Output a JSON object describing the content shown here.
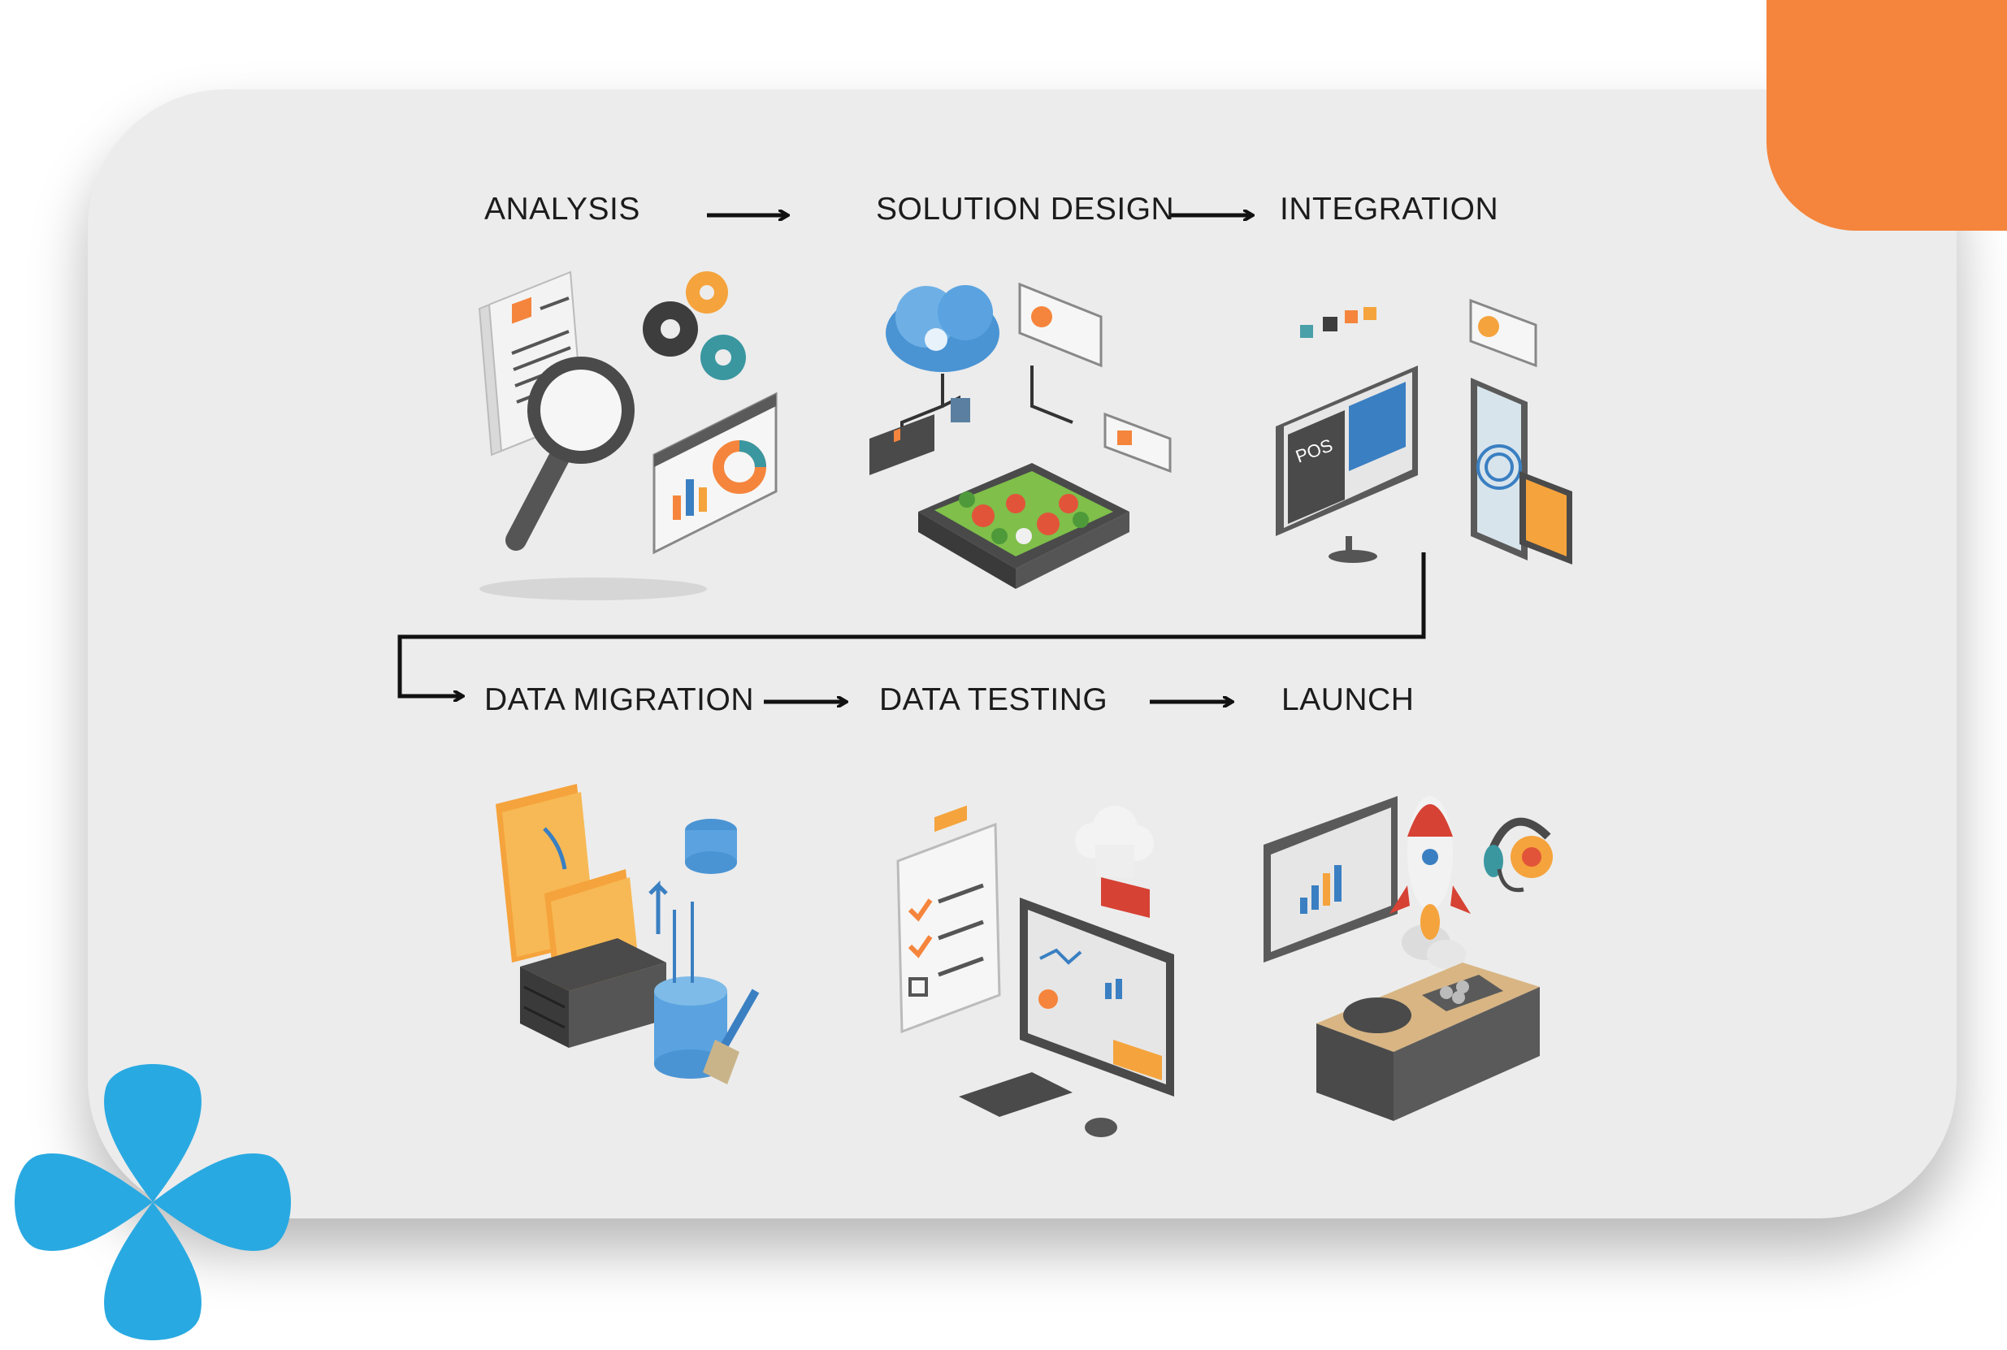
{
  "steps": [
    {
      "label": "ANALYSIS"
    },
    {
      "label": "SOLUTION DESIGN"
    },
    {
      "label": "INTEGRATION"
    },
    {
      "label": "DATA MIGRATION"
    },
    {
      "label": "DATA TESTING"
    },
    {
      "label": "LAUNCH"
    }
  ],
  "badges": {
    "pos": "POS"
  },
  "colors": {
    "accent_orange": "#f5853c",
    "accent_blue": "#29a9e1",
    "card": "#ececec",
    "text": "#1c1c1c"
  },
  "icons": [
    "document-icon",
    "magnifier-icon",
    "gear-icon",
    "chart-icon",
    "cloud-icon",
    "food-tray-icon",
    "pos-terminal-icon",
    "fingerprint-tablet-icon",
    "folder-icon",
    "server-icon",
    "database-icon",
    "checklist-icon",
    "chef-hat-icon",
    "monitor-icon",
    "rocket-icon",
    "headset-icon",
    "kitchen-counter-icon"
  ]
}
